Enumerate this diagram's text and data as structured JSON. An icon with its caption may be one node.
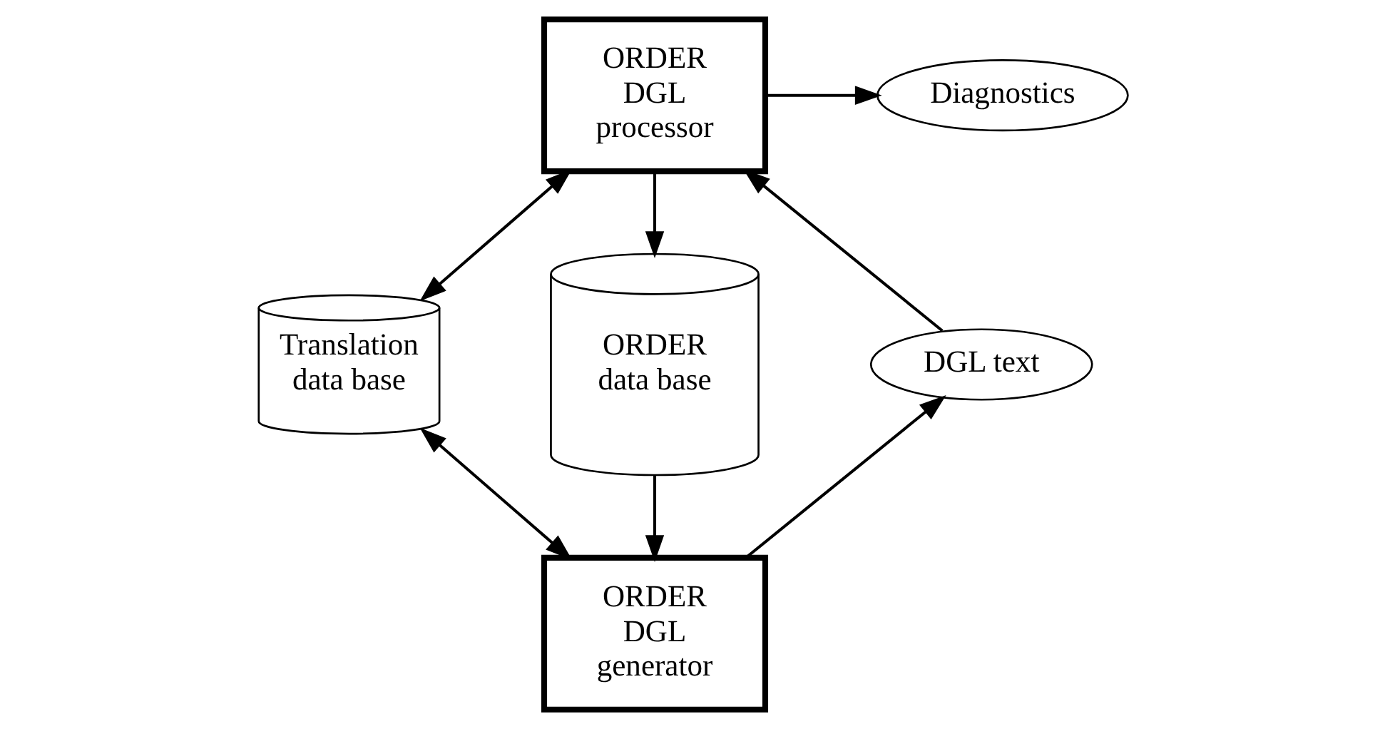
{
  "diagram": {
    "nodes": [
      {
        "text": [
          "ORDER DGL processor"
        ]
      },
      {
        "text": [
          "Diagnostics"
        ]
      },
      {
        "text": [
          "DGL text"
        ]
      },
      {
        "text": [
          "Translation data base"
        ]
      },
      {
        "text": [
          "ORDER data base"
        ]
      },
      {
        "text": [
          "ORDER DGL generator"
        ]
      }
    ],
    "edges": [
      {
        "from": 2,
        "to": 0,
        "arrow": "to"
      },
      {
        "from": 0,
        "to": 1,
        "arrow": "to"
      },
      {
        "from": 0,
        "to": 4,
        "arrow": "to"
      },
      {
        "from": 0,
        "to": 3,
        "arrow": "both"
      },
      {
        "from": 3,
        "to": 5,
        "arrow": "both"
      },
      {
        "from": 4,
        "to": 5,
        "arrow": "to"
      },
      {
        "from": 5,
        "to": 2,
        "arrow": "to"
      }
    ]
  }
}
